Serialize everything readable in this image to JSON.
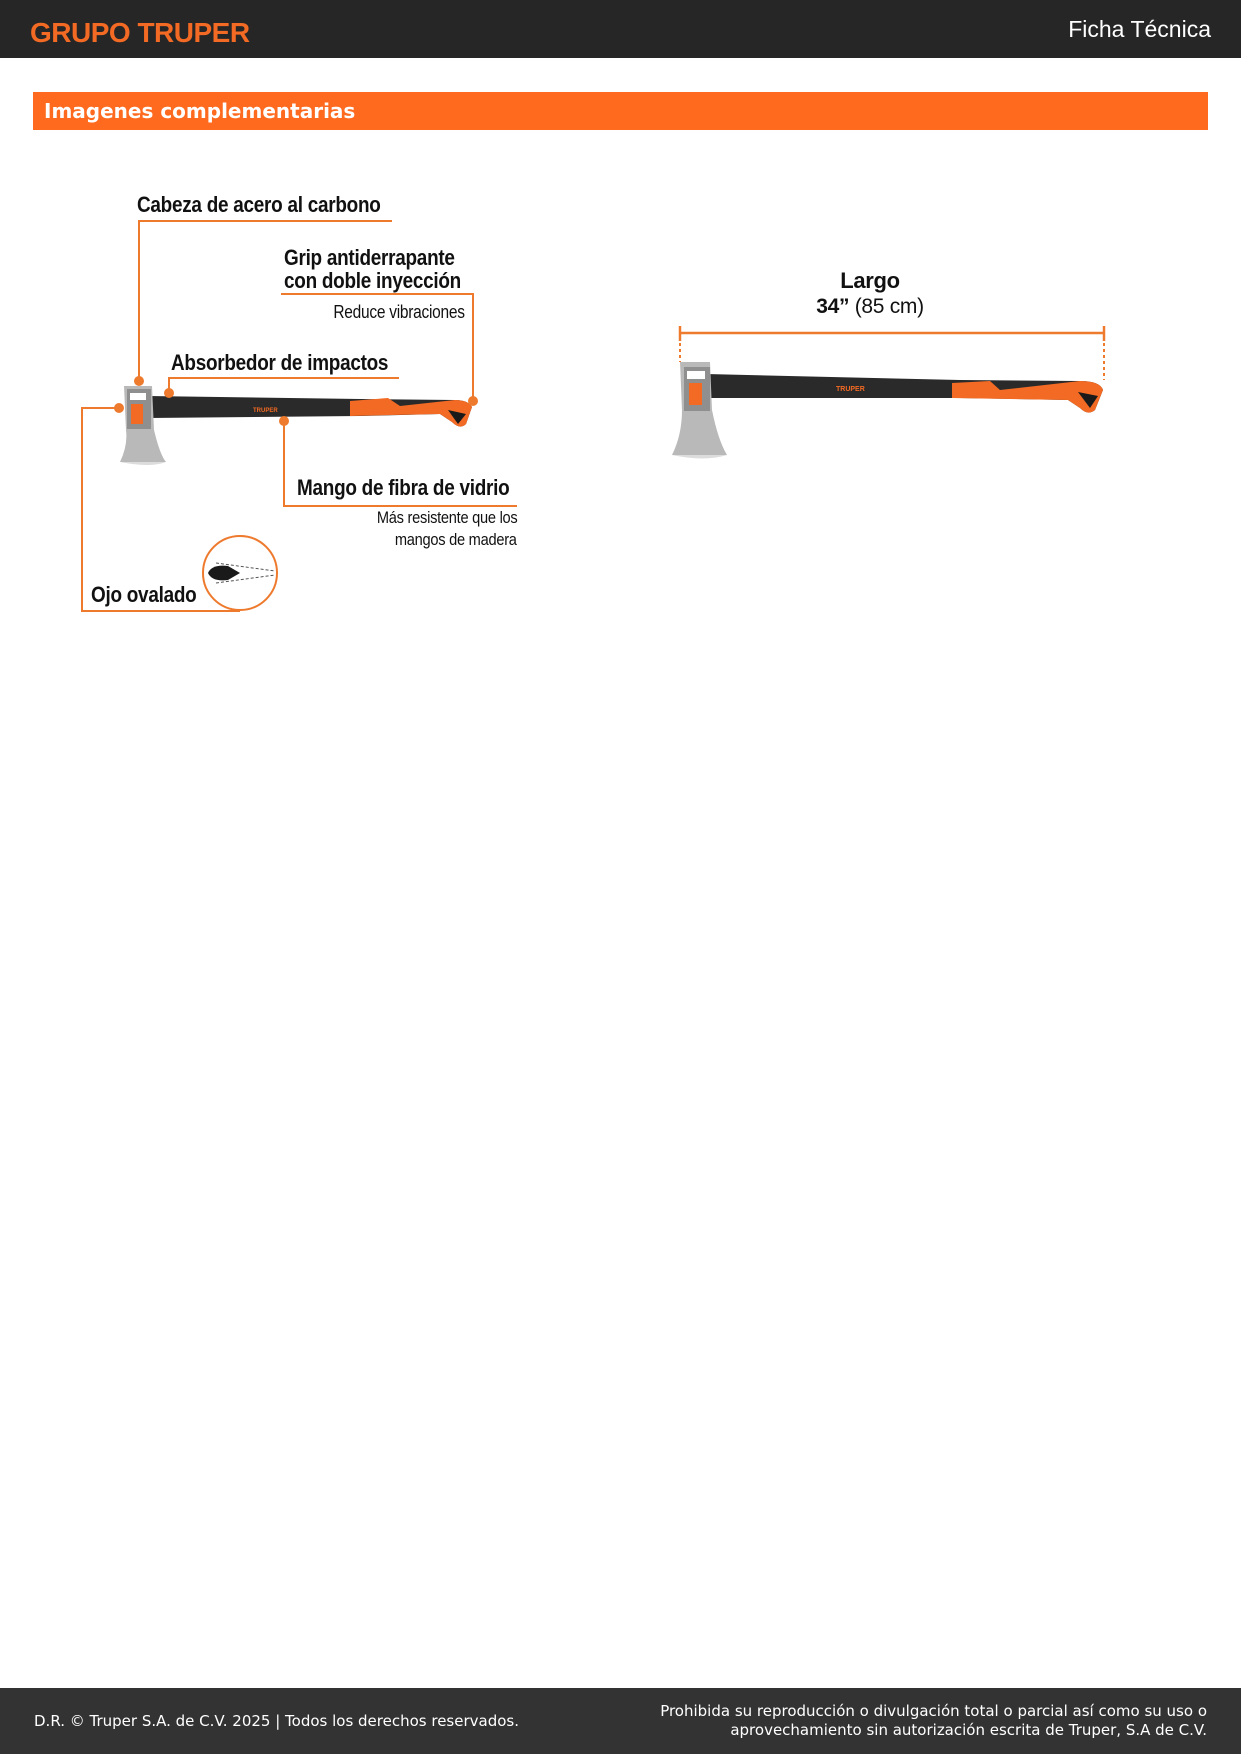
{
  "header": {
    "logo_text": "GRUPO TRUPER",
    "doc_title": "Ficha Técnica"
  },
  "section": {
    "title": "Imagenes complementarias"
  },
  "product_image_1": {
    "handle_brand": "TRUPER",
    "callouts": {
      "head": "Cabeza de acero al carbono",
      "grip_line1": "Grip antiderrapante",
      "grip_line2": "con doble inyección",
      "grip_sub": "Reduce vibraciones",
      "absorber": "Absorbedor de impactos",
      "handle": "Mango de fibra de vidrio",
      "handle_sub_line1": "Más resistente que los",
      "handle_sub_line2": "mangos de madera",
      "eye": "Ojo ovalado"
    }
  },
  "product_image_2": {
    "handle_brand": "TRUPER",
    "dimension_label": "Largo",
    "dimension_value": "34”",
    "dimension_metric": "(85 cm)"
  },
  "footer": {
    "left": "D.R. © Truper S.A. de C.V. 2025 | Todos los derechos reservados.",
    "right_line1": "Prohibida su reproducción o divulgación total o parcial así como su uso o",
    "right_line2": "aprovechamiento sin autorización escrita de Truper, S.A de C.V."
  },
  "colors": {
    "accent": "#ff6a1f",
    "header_bg": "#262626",
    "footer_bg": "#333333"
  }
}
